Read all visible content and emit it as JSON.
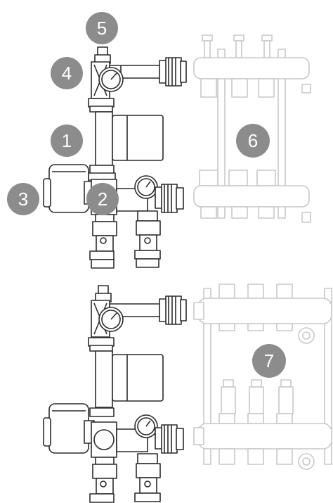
{
  "colors": {
    "line_dark": "#2b2b2b",
    "line_light": "#c8c8c8",
    "callout_fill": "#8c8c8c",
    "callout_text": "#ffffff",
    "background": "#ffffff"
  },
  "callouts": [
    {
      "id": "pump",
      "label": "1"
    },
    {
      "id": "mixing-valve",
      "label": "2"
    },
    {
      "id": "actuator",
      "label": "3"
    },
    {
      "id": "thermometer",
      "label": "4"
    },
    {
      "id": "air-vent",
      "label": "5"
    },
    {
      "id": "manifold-top",
      "label": "6"
    },
    {
      "id": "manifold-bottom",
      "label": "7"
    }
  ]
}
